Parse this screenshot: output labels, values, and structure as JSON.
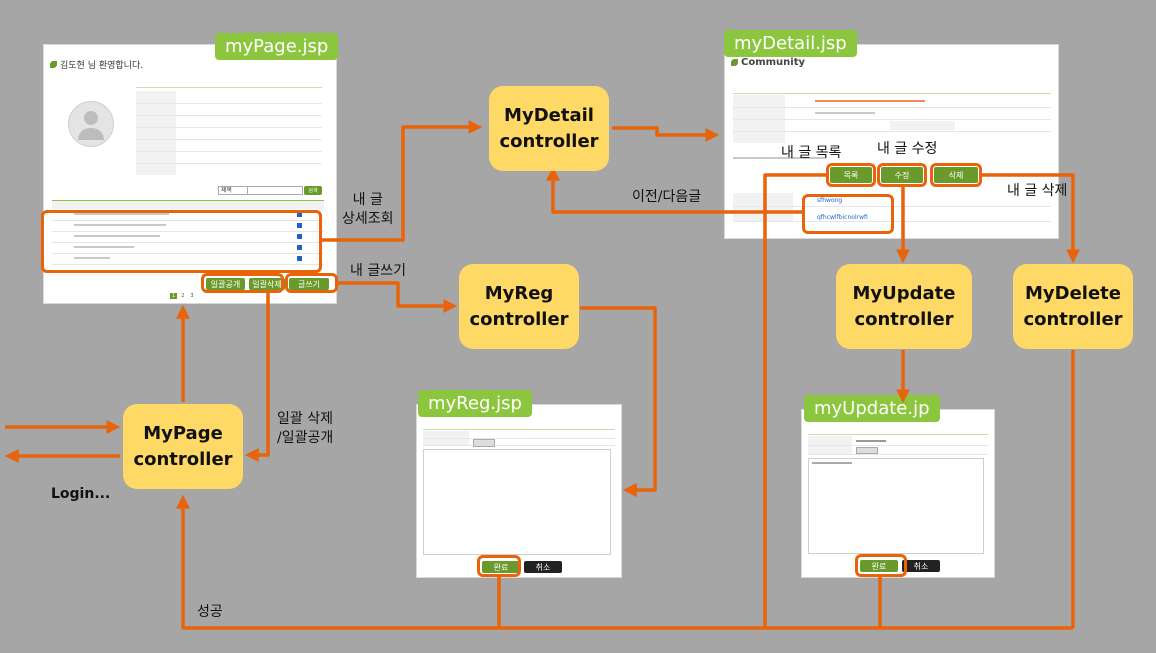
{
  "screens": {
    "mypage": {
      "tag": "myPage.jsp",
      "welcome": "김도현 님 환영합니다.",
      "buttons": {
        "bulk_public": "일괄공개",
        "bulk_delete": "일괄삭제",
        "write": "글쓰기",
        "search": "검색"
      },
      "search_select": "제목",
      "pagination": [
        "1",
        "2",
        "3"
      ]
    },
    "mydetail": {
      "tag": "myDetail.jsp",
      "heading": "Community",
      "buttons": {
        "list": "목록",
        "edit": "수정",
        "delete": "삭제"
      },
      "prev_link": "sfhwong",
      "next_link": "qfhcwlfbicnolrwfi"
    },
    "myreg": {
      "tag": "myReg.jsp",
      "buttons": {
        "submit": "완료",
        "cancel": "취소"
      }
    },
    "myupdate": {
      "tag": "myUpdate.jp",
      "buttons": {
        "submit": "완료",
        "cancel": "취소"
      }
    }
  },
  "controllers": {
    "mypage": [
      "MyPage",
      "controller"
    ],
    "mydetail": [
      "MyDetail",
      "controller"
    ],
    "myreg": [
      "MyReg",
      "controller"
    ],
    "myupdate": [
      "MyUpdate",
      "controller"
    ],
    "mydelete": [
      "MyDelete",
      "controller"
    ]
  },
  "labels": {
    "detail_view": [
      "내 글",
      "상세조회"
    ],
    "write": "내 글쓰기",
    "bulk": [
      "일괄 삭제",
      "/일괄공개"
    ],
    "login": "Login...",
    "prev_next": "이전/다음글",
    "my_list": "내 글 목록",
    "my_edit": "내 글 수정",
    "my_delete": "내 글 삭제",
    "success": "성공"
  },
  "colors": {
    "arrow": "#e8630a",
    "background": "#a6a6a6",
    "controller": "#ffd966",
    "tag": "#8cc63f",
    "button": "#6a9a2b"
  }
}
